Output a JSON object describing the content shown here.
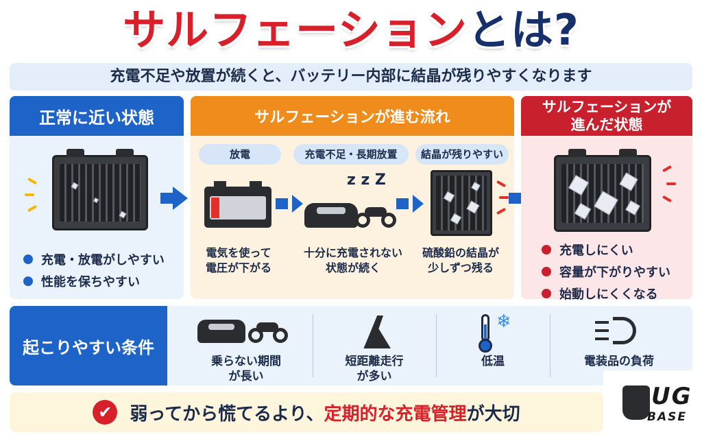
{
  "title": {
    "part_red": "サルフェーション",
    "part_navy": "とは?"
  },
  "subtitle": "充電不足や放置が続くと、バッテリー内部に結晶が残りやすくなります",
  "normal_panel": {
    "heading": "正常に近い状態",
    "bullets": [
      "充電・放電がしやすい",
      "性能を保ちやすい"
    ]
  },
  "flow_panel": {
    "heading": "サルフェーションが進む流れ",
    "steps": [
      {
        "pill": "放電",
        "text_line1": "電気を使って",
        "text_line2": "電圧が下がる"
      },
      {
        "pill": "充電不足・長期放置",
        "text_line1": "十分に充電されない",
        "text_line2": "状態が続く"
      },
      {
        "pill": "結晶が残りやすい",
        "text_line1": "硫酸鉛の結晶が",
        "text_line2": "少しずつ残る"
      }
    ],
    "zzz": "z z Z"
  },
  "sulfated_panel": {
    "heading_line1": "サルフェーションが",
    "heading_line2": "進んだ状態",
    "bullets": [
      "充電しにくい",
      "容量が下がりやすい",
      "始動しにくくなる"
    ]
  },
  "conditions": {
    "label": "起こりやすい条件",
    "items": [
      {
        "icon": "car-motorcycle-icon",
        "line1": "乗らない期間",
        "line2": "が長い"
      },
      {
        "icon": "road-icon",
        "line1": "短距離走行",
        "line2": "が多い"
      },
      {
        "icon": "thermometer-snow-icon",
        "line1": "低温",
        "line2": ""
      },
      {
        "icon": "headlight-icon",
        "line1": "電装品の負荷",
        "line2": ""
      }
    ]
  },
  "footer": {
    "text_before": "弱ってから慌てるより、",
    "highlight": "定期的な充電管理",
    "text_after": "が大切"
  },
  "logo": {
    "top": "UG",
    "bottom": "BASE"
  },
  "colors": {
    "red": "#d8202a",
    "navy": "#16306b",
    "blue": "#1e64c8",
    "orange": "#f08c1c",
    "crimson": "#c8202d"
  }
}
